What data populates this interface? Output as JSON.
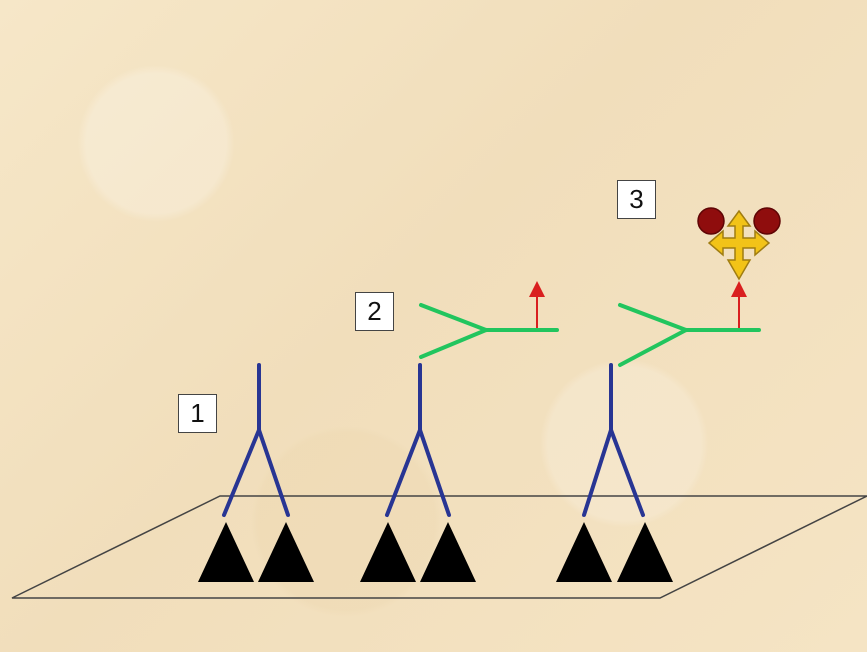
{
  "labels": {
    "step1": "1",
    "step2": "2",
    "step3": "3"
  },
  "colors": {
    "background": "#f3e3c3",
    "capture_antibody": "#283593",
    "detection_antibody": "#22c55e",
    "label_arrow": "#d91f1f",
    "antigen": "#000000",
    "enzyme_body": "#f2c318",
    "enzyme_sphere": "#8f0d0d",
    "plate_outline": "#444444"
  },
  "icons": {
    "antigen": "black-triangle-icon",
    "enzyme": "yellow-cross-enzyme-icon",
    "substrate": "red-sphere-icon",
    "signal_arrow": "red-up-arrow-icon"
  }
}
